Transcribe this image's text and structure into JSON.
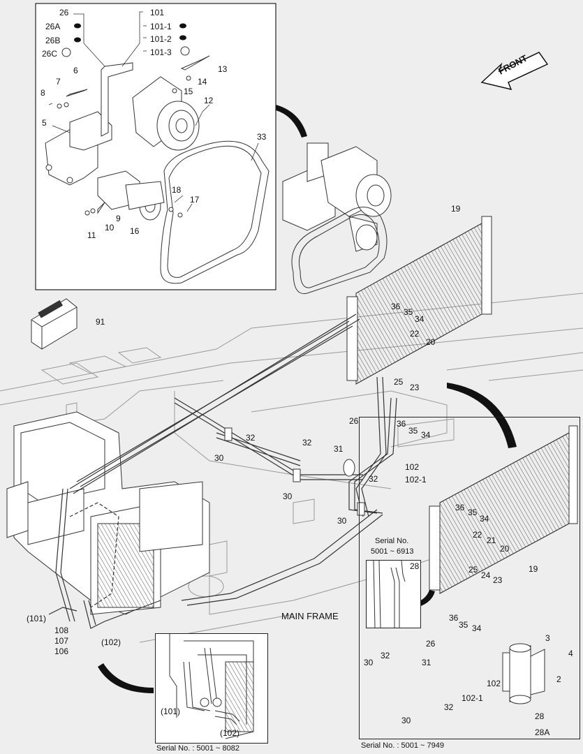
{
  "front_label": "FRONT",
  "main_frame_label": "MAIN FRAME",
  "inset_top": {
    "labels": {
      "l26": "26",
      "l26A": "26A",
      "l26B": "26B",
      "l26C": "26C",
      "l101": "101",
      "l101_1": "101-1",
      "l101_2": "101-2",
      "l101_3": "101-3",
      "l6": "6",
      "l7": "7",
      "l8": "8",
      "l5": "5",
      "l13": "13",
      "l14": "14",
      "l15": "15",
      "l12": "12",
      "l33": "33",
      "l18": "18",
      "l17": "17",
      "l9": "9",
      "l10": "10",
      "l11": "11",
      "l16": "16"
    }
  },
  "main": {
    "labels": {
      "l91": "91",
      "l19": "19",
      "l36": "36",
      "l35": "35",
      "l34": "34",
      "l22": "22",
      "l20": "20",
      "l25": "25",
      "l23": "23",
      "l26": "26",
      "l36b": "36",
      "l35b": "35",
      "l34b": "34",
      "l32a": "32",
      "l32b": "32",
      "l32c": "32",
      "l30a": "30",
      "l30b": "30",
      "l30c": "30",
      "l31": "31",
      "l102": "102",
      "l102_1": "102-1",
      "l101p": "(101)",
      "l102p": "(102)",
      "l108": "108",
      "l107": "107",
      "l106": "106"
    }
  },
  "inset_bottom_left": {
    "serial": "Serial No. : 5001 ~ 8082",
    "labels": {
      "l101p": "(101)",
      "l102p": "(102)"
    }
  },
  "inset_bottom_right": {
    "serial": "Serial No. : 5001 ~ 7949",
    "sub_serial_title": "Serial No.",
    "sub_serial_range": "5001 ~ 6913",
    "labels": {
      "l28a": "28",
      "l36": "36",
      "l35": "35",
      "l34": "34",
      "l22": "22",
      "l21": "21",
      "l20": "20",
      "l19": "19",
      "l25": "25",
      "l24": "24",
      "l23": "23",
      "l36b": "36",
      "l35b": "35",
      "l34b": "34",
      "l26": "26",
      "l3": "3",
      "l4": "4",
      "l2": "2",
      "l30a": "30",
      "l32a": "32",
      "l31": "31",
      "l32b": "32",
      "l102": "102",
      "l102_1": "102-1",
      "l30b": "30",
      "l28": "28",
      "l28A": "28A"
    }
  }
}
